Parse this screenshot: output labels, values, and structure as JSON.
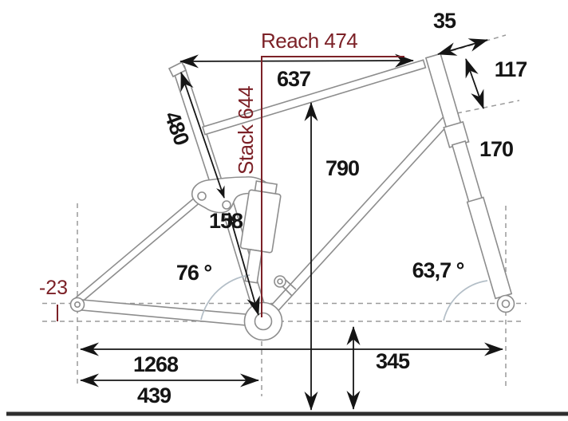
{
  "diagram": {
    "type": "full-suspension-bike-geometry",
    "colors": {
      "annotation_red": "#7c2127",
      "measure_black": "#151515",
      "frame_gray": "#8d8d8d",
      "dash_gray": "#9a9a9a",
      "angle_arc": "#b3bec7",
      "ground_line": "#2e2e2e",
      "background": "#ffffff"
    },
    "labels": {
      "reach": "Reach 474",
      "stack": "Stack 644",
      "top_tube_horizontal": "637",
      "bar_offset": "35",
      "head_tube": "117",
      "fork": "170",
      "standover": "790",
      "seat_tube": "480",
      "bb_to_pivot": "158",
      "seat_angle": "76 °",
      "head_angle": "63,7 °",
      "bb_drop": "-23",
      "wheelbase": "1268",
      "chainstay": "439",
      "bb_height": "345"
    }
  }
}
